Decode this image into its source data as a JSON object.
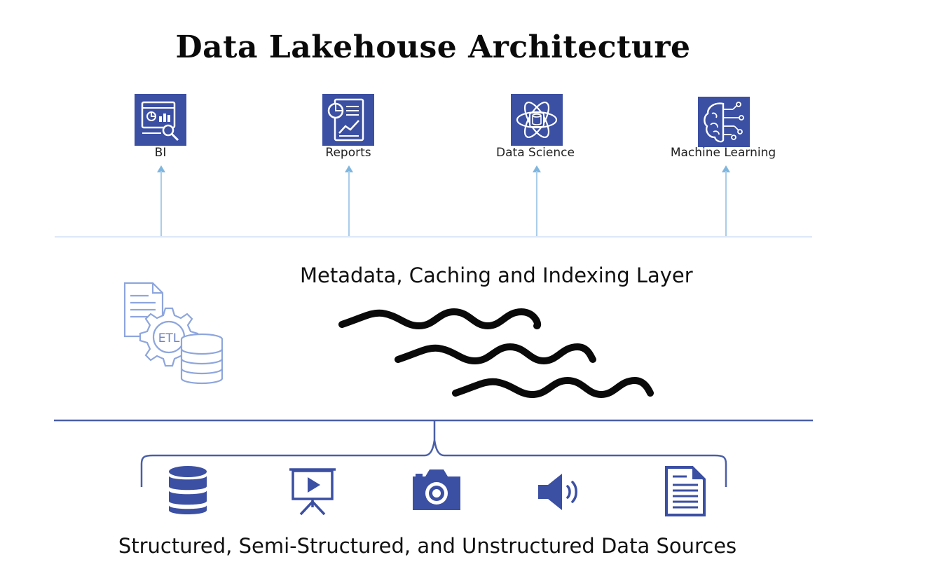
{
  "diagram": {
    "title": "Data Lakehouse Architecture",
    "consumers": [
      {
        "label": "BI",
        "icon": "bi-dashboard-icon"
      },
      {
        "label": "Reports",
        "icon": "report-chart-icon"
      },
      {
        "label": "Data Science",
        "icon": "data-science-atom-icon"
      },
      {
        "label": "Machine Learning",
        "icon": "machine-learning-brain-icon"
      }
    ],
    "layer": {
      "title": "Metadata, Caching and Indexing Layer",
      "etl_label": "ETL",
      "icons": [
        "etl-gear-icon",
        "data-lake-waves-icon"
      ]
    },
    "sources": {
      "label": "Structured, Semi-Structured, and Unstructured Data Sources",
      "icons": [
        "database-icon",
        "presentation-icon",
        "camera-icon",
        "audio-speaker-icon",
        "document-icon"
      ]
    },
    "colors": {
      "icon_blue": "#3b4fa3",
      "arrow_blue": "#7fb6df",
      "box_border": "#c8daf3",
      "box_bottom": "#4a5fa8",
      "etl_outline": "#8ea6dd"
    }
  }
}
